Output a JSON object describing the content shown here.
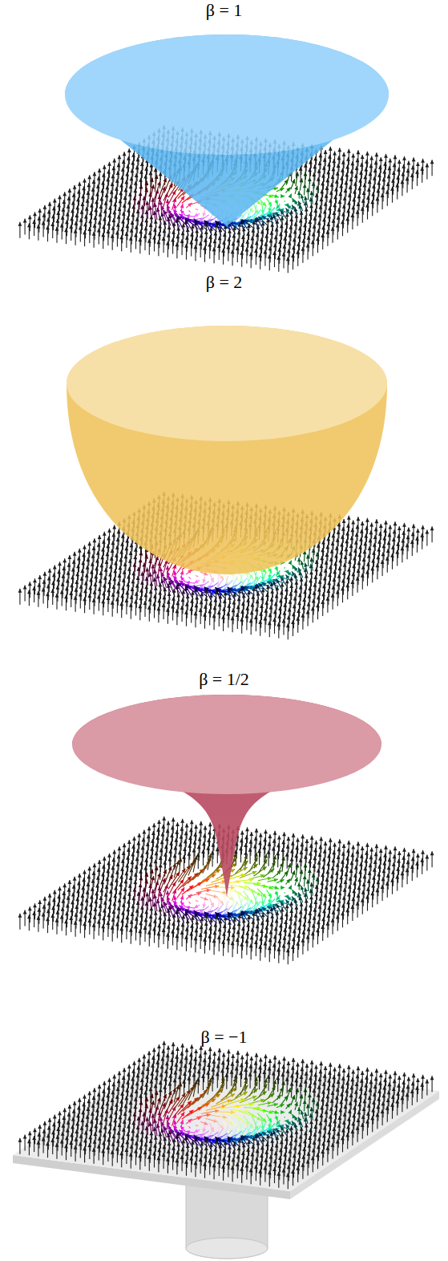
{
  "diagram": {
    "labels": [
      "β = 1",
      "β = 2",
      "β = 1/2",
      "β = −1"
    ]
  }
}
